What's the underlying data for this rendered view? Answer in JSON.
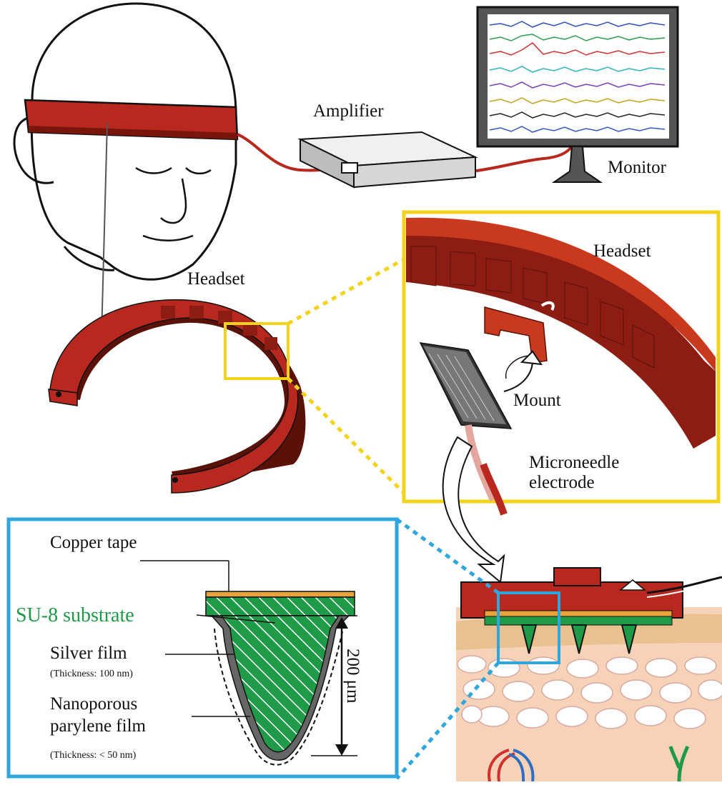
{
  "labels": {
    "amplifier": "Amplifier",
    "monitor": "Monitor",
    "headset_main": "Headset",
    "headset_zoom": "Headset",
    "mount": "Mount",
    "microneedle_line1": "Microneedle",
    "microneedle_line2": "electrode",
    "copper_tape": "Copper tape",
    "su8": "SU-8 substrate",
    "silver_film": "Silver film",
    "silver_thickness": "(Thickness: 100 nm)",
    "nanoporous_line1": "Nanoporous",
    "nanoporous_line2": "parylene film",
    "parylene_thickness": "(Thickness: < 50 nm)",
    "height": "200 μm"
  },
  "colors": {
    "headset_red": "#b8281e",
    "headset_dark": "#5a1208",
    "zoom_frame": "#f3d21a",
    "detail_frame": "#2fa6de",
    "su8_green": "#1f9a48",
    "copper": "#e8a33a",
    "skin": "#f5d2b8"
  },
  "icons": [
    "head-outline",
    "amplifier-box",
    "eeg-monitor",
    "headset-band",
    "microneedle-array",
    "skin-cross-section"
  ]
}
